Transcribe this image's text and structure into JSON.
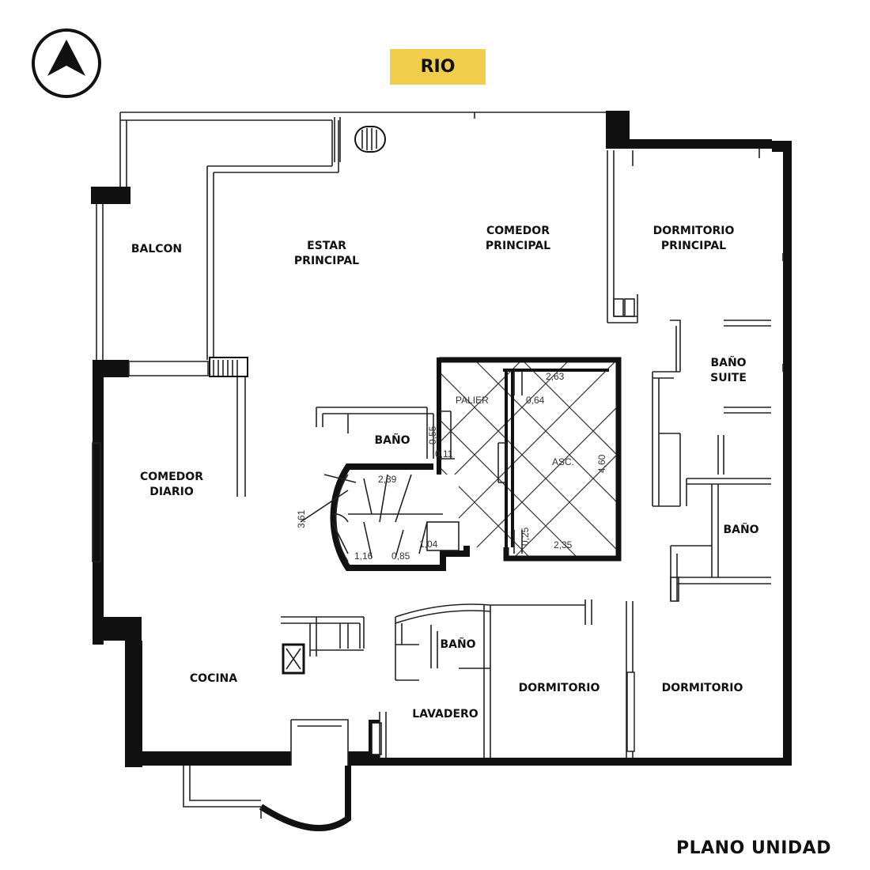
{
  "colors": {
    "badge": "#f2cd4c",
    "wall": "#111111",
    "paper": "#ffffff"
  },
  "icons": {
    "north": "north-arrow-icon"
  },
  "orientation_label": "RIO",
  "title": "PLANO UNIDAD",
  "rooms": {
    "balcon": [
      "BALCON"
    ],
    "estar": [
      "ESTAR",
      "PRINCIPAL"
    ],
    "comedor": [
      "COMEDOR",
      "PRINCIPAL"
    ],
    "dormitorio_principal": [
      "DORMITORIO",
      "PRINCIPAL"
    ],
    "bano_suite": [
      "BAÑO",
      "SUITE"
    ],
    "bano_center": [
      "BAÑO"
    ],
    "comedor_diario": [
      "COMEDOR",
      "DIARIO"
    ],
    "bano_right": [
      "BAÑO"
    ],
    "cocina": [
      "COCINA"
    ],
    "bano_lower": [
      "BAÑO"
    ],
    "lavadero": [
      "LAVADERO"
    ],
    "dormitorio_1": [
      "DORMITORIO"
    ],
    "dormitorio_2": [
      "DORMITORIO"
    ]
  },
  "core": {
    "palier": "PALIER",
    "asc": "ASC.",
    "dims": {
      "d263": "2,63",
      "d064": "0,64",
      "d460": "4,60",
      "d235": "2,35",
      "d025": "0,25",
      "d239": "2,39",
      "d011": "0,11",
      "d055": "0,55",
      "d361": "3,61",
      "d116": "1,16",
      "d085": "0,85",
      "d104": "1,04"
    }
  }
}
